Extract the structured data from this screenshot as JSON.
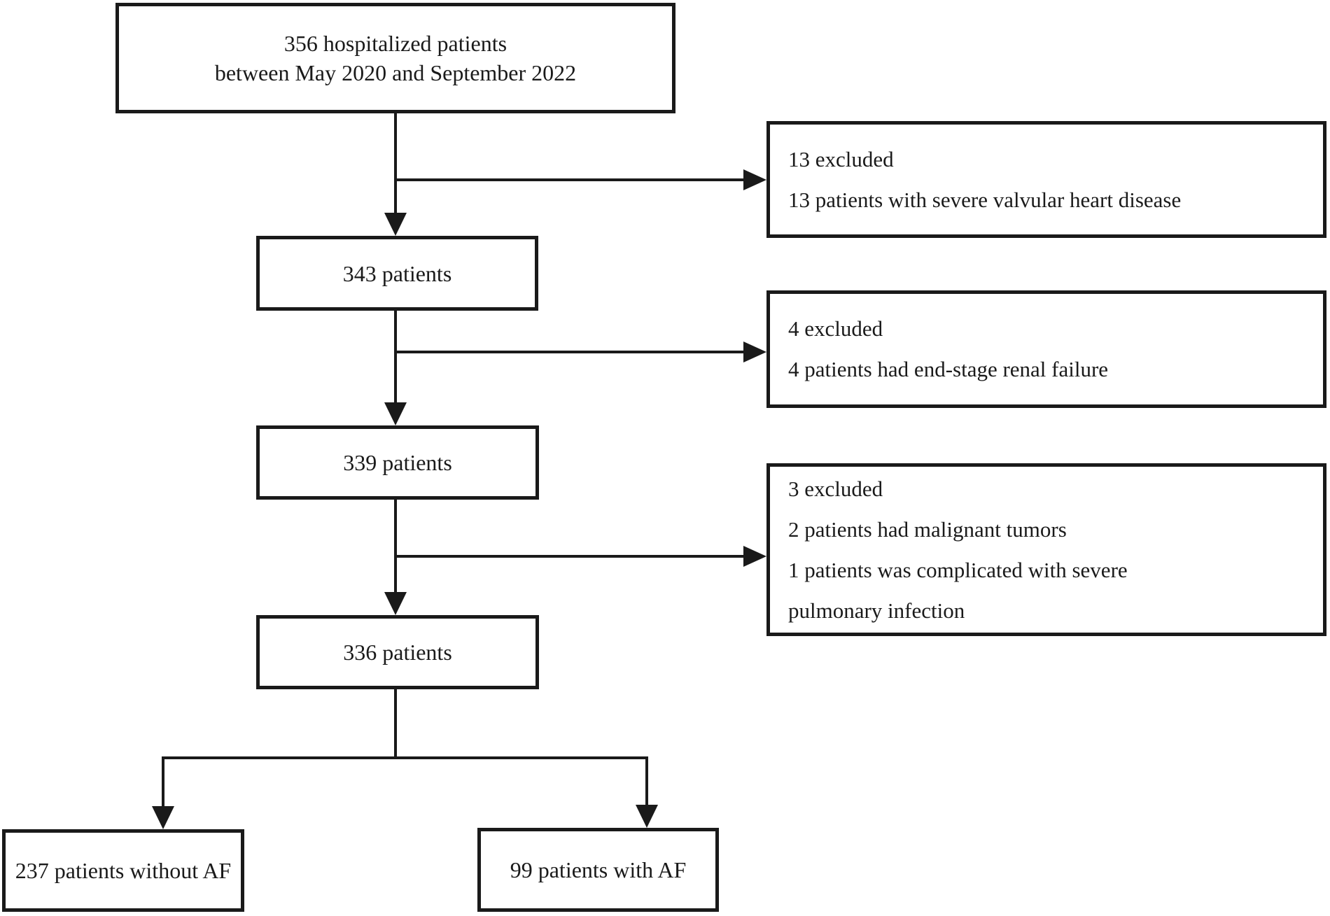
{
  "diagram": {
    "type": "flowchart",
    "description": "Patient enrollment and exclusion flow diagram",
    "colors": {
      "line": "#1a1a1a",
      "text": "#1a1a1a",
      "background": "#ffffff"
    },
    "boxes": {
      "enrolled": {
        "lines": [
          "356 hospitalized patients",
          "between May 2020 and September 2022"
        ]
      },
      "excluded_1": {
        "lines": [
          "13 excluded",
          "13 patients with severe valvular heart disease"
        ]
      },
      "after_first_exclusion": {
        "label": "343 patients"
      },
      "excluded_2": {
        "lines": [
          "4 excluded",
          "4 patients had end-stage renal failure"
        ]
      },
      "after_second_exclusion": {
        "label": "339 patients"
      },
      "excluded_3": {
        "lines": [
          "3 excluded",
          "2 patients had malignant tumors",
          "1 patients was complicated with severe",
          "pulmonary infection"
        ]
      },
      "after_third_exclusion": {
        "label": "336 patients"
      },
      "without_af": {
        "label": "237 patients without AF"
      },
      "with_af": {
        "label": "99 patients with AF"
      }
    }
  }
}
